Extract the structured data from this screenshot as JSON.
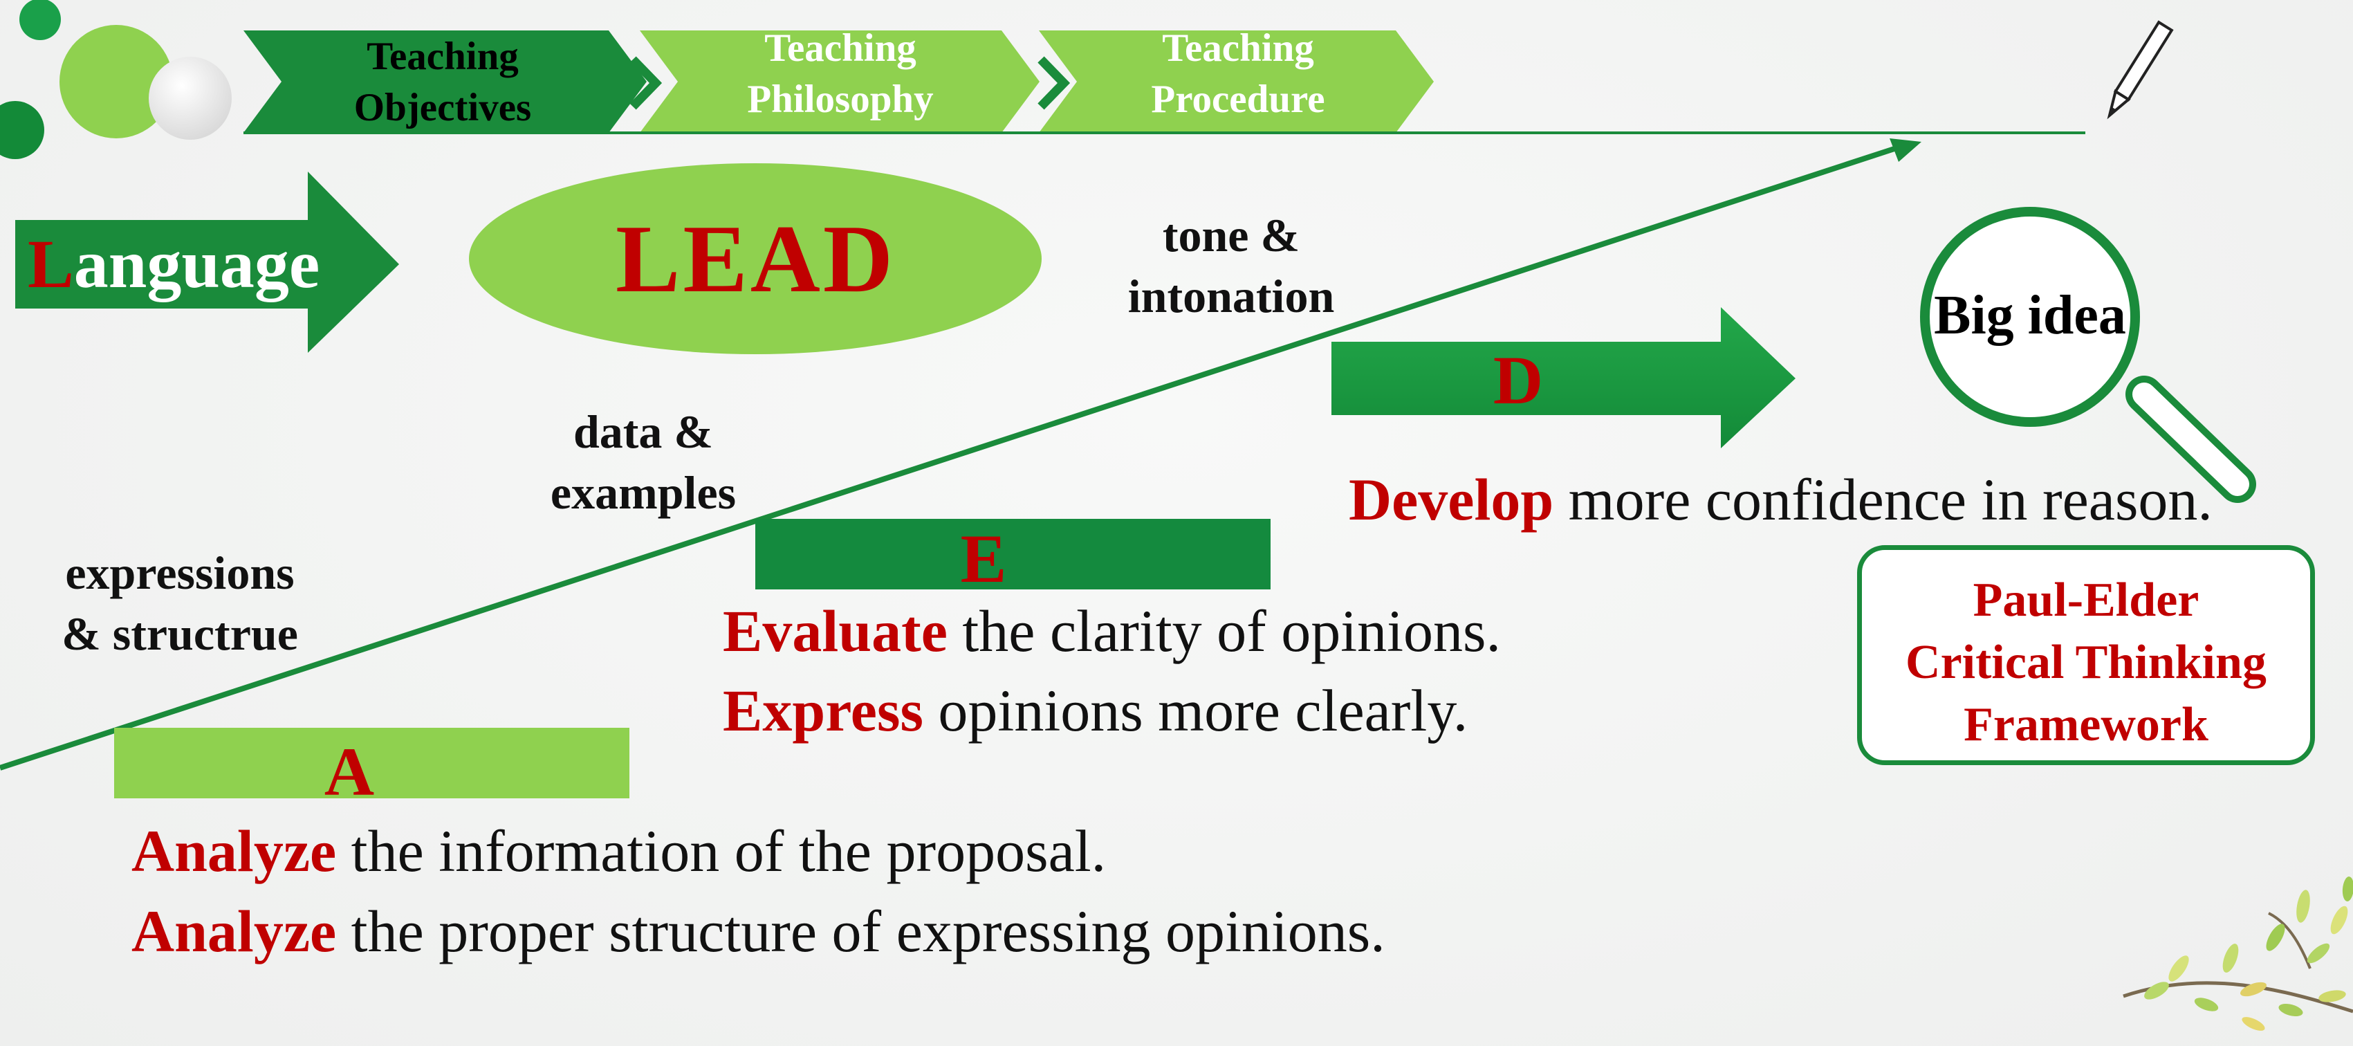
{
  "nav": {
    "tabs": [
      {
        "label": "Teaching Objectives",
        "line1": "Teaching",
        "line2": "Objectives"
      },
      {
        "label": "Teaching Philosophy",
        "line1": "Teaching",
        "line2": "Philosophy"
      },
      {
        "label": "Teaching Procedure",
        "line1": "Teaching",
        "line2": "Procedure"
      }
    ]
  },
  "language": {
    "first_letter": "L",
    "rest": "anguage"
  },
  "lead": {
    "text": "LEAD"
  },
  "labels": {
    "tone_line1": "tone &",
    "tone_line2": "intonation",
    "data_line1": "data &",
    "data_line2": "examples",
    "expr_line1": "expressions",
    "expr_line2": "& structrue",
    "big_idea": "Big idea"
  },
  "steps": {
    "A": {
      "letter": "A",
      "lines": [
        {
          "keyword": "Analyze",
          "rest": " the information of the proposal."
        },
        {
          "keyword": "Analyze",
          "rest": " the proper structure of expressing opinions."
        }
      ]
    },
    "E": {
      "letter": "E",
      "lines": [
        {
          "keyword": "Evaluate",
          "rest": " the clarity of opinions."
        },
        {
          "keyword": "Express",
          "rest": " opinions more clearly."
        }
      ]
    },
    "D": {
      "letter": "D",
      "lines": [
        {
          "keyword": "Develop",
          "rest": " more confidence in reason."
        }
      ]
    }
  },
  "framework": {
    "line1": "Paul-Elder",
    "line2": "Critical Thinking",
    "line3": "Framework"
  },
  "colors": {
    "dark_green": "#1a8b3b",
    "light_green": "#8fd14f",
    "accent_red": "#c00000"
  },
  "icons": {
    "pencil": "pencil-icon",
    "magnifier": "magnifier-icon",
    "decor_circles": "decor-circles",
    "leaves": "leaves-decor"
  }
}
